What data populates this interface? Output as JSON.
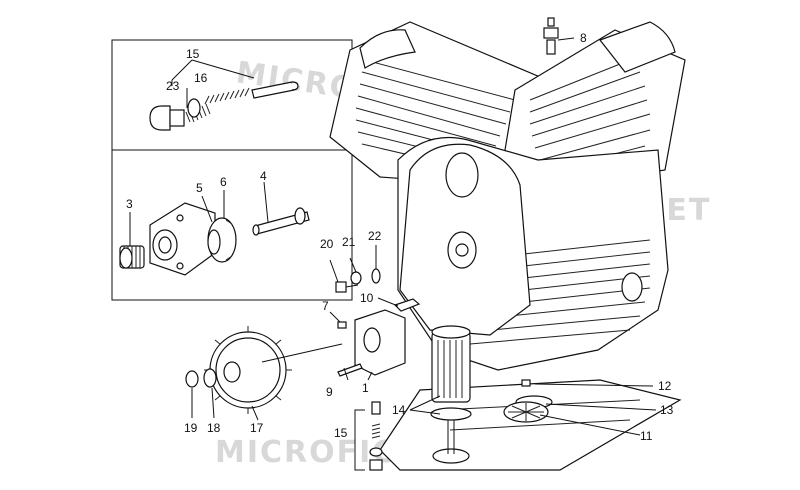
{
  "watermarks": [
    "MICROFICHE.NET",
    "MICROFICHE.NET",
    "MICROFICHE.NET"
  ],
  "callouts": {
    "c1": "1",
    "c3": "3",
    "c4": "4",
    "c5": "5",
    "c6": "6",
    "c7": "7",
    "c8": "8",
    "c9": "9",
    "c10": "10",
    "c11": "11",
    "c12": "12",
    "c13": "13",
    "c14": "14",
    "c15a": "15",
    "c15b": "15",
    "c16": "16",
    "c17": "17",
    "c18": "18",
    "c19": "19",
    "c20": "20",
    "c21": "21",
    "c22": "22",
    "c23": "23"
  }
}
